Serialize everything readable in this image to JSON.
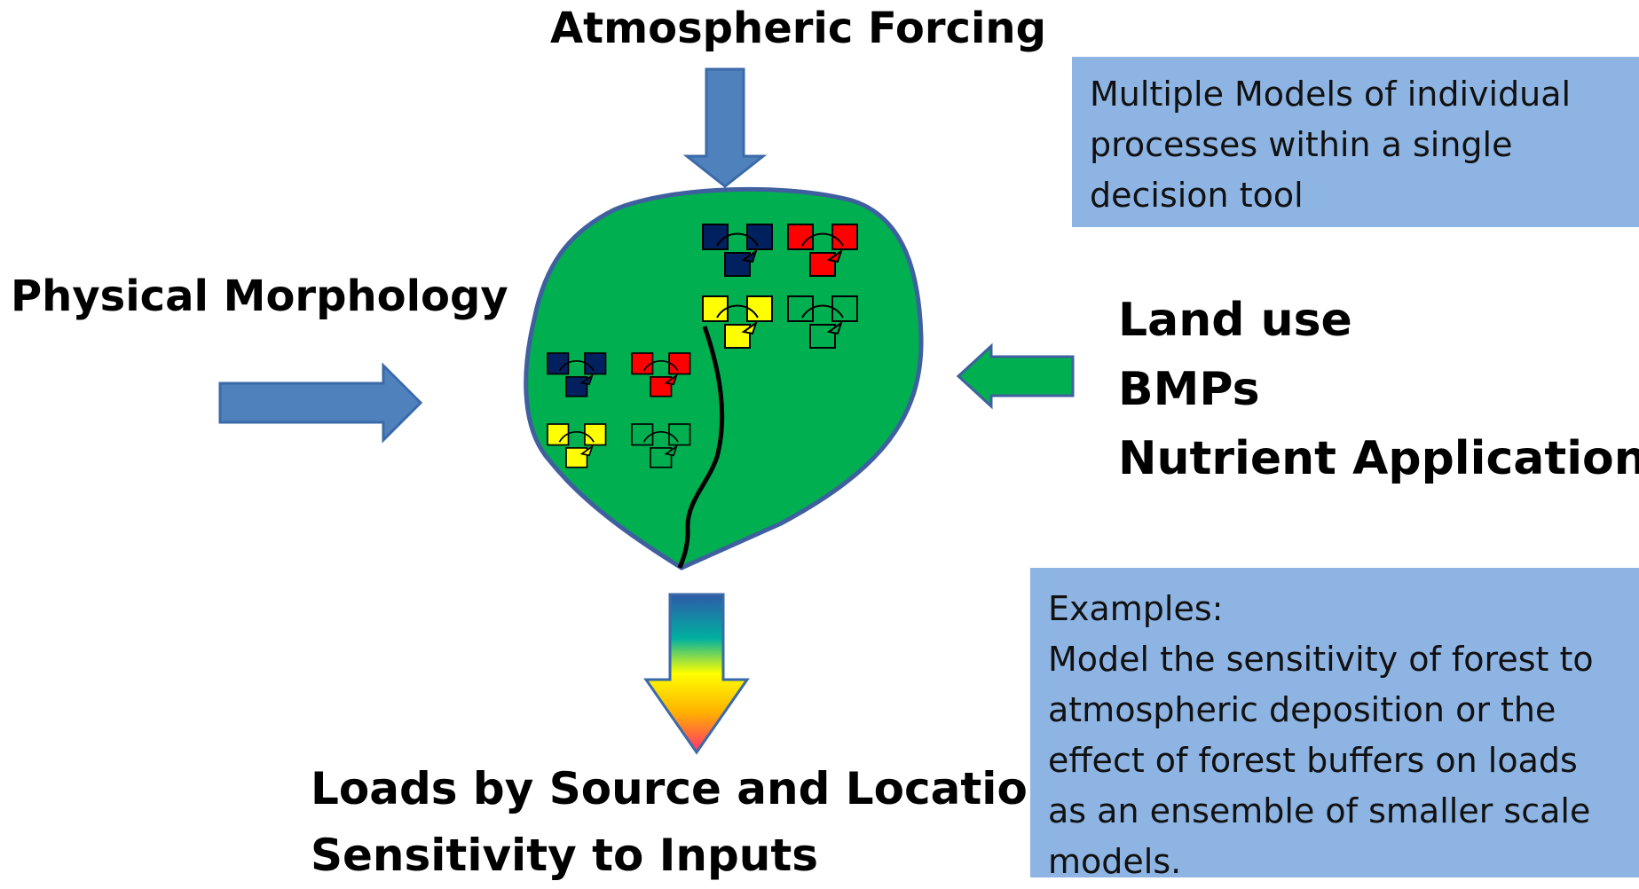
{
  "labels": {
    "top": "Atmospheric Forcing",
    "left": "Physical Morphology",
    "right": [
      "Land use",
      "BMPs",
      "Nutrient Application"
    ],
    "bottom": [
      "Loads by Source and Location",
      "Sensitivity to Inputs"
    ]
  },
  "notes": {
    "top": "Multiple Models of individual processes within a single decision tool",
    "bottom_heading": "Examples:",
    "bottom_body": "Model the sensitivity of forest to atmospheric deposition or the effect of forest buffers on loads as an ensemble of smaller scale models."
  },
  "colors": {
    "arrow_blue": "#4f81bd",
    "arrow_green": "#00b050",
    "watershed_fill": "#00b050",
    "watershed_border": "#3f5f9f",
    "note_bg": "#8eb4e3",
    "model_navy": "#002060",
    "model_red": "#ff0000",
    "model_yellow": "#ffff00",
    "model_green": "#00b050"
  },
  "model_icon_colors": [
    "navy",
    "red",
    "yellow",
    "green",
    "navy",
    "red",
    "yellow",
    "green"
  ]
}
